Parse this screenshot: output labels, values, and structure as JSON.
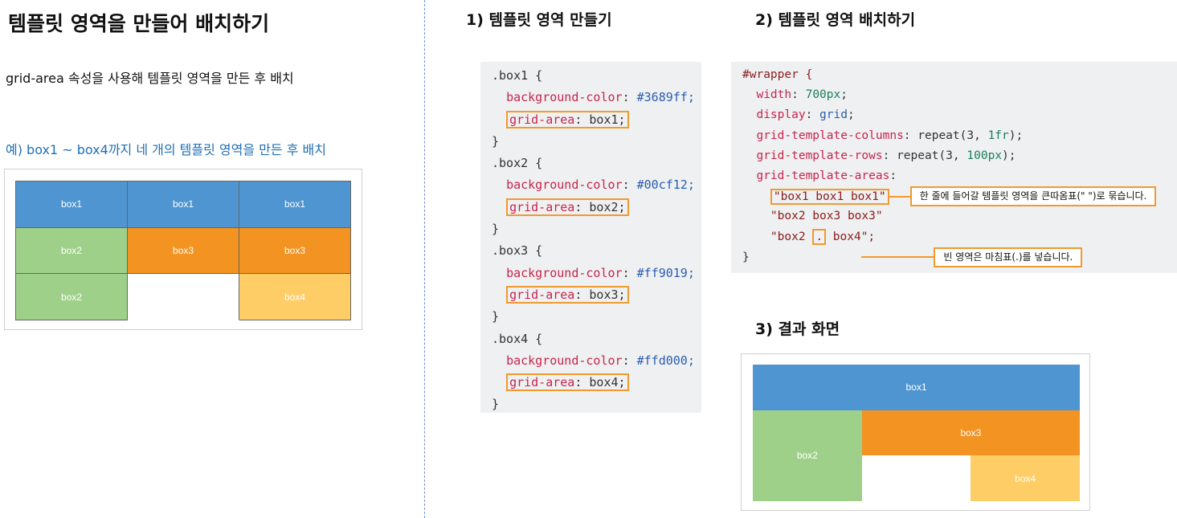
{
  "title": "템플릿 영역을 만들어 배치하기",
  "description": "grid-area 속성을 사용해 템플릿 영역을 만든 후 배치",
  "example_caption": "예) box1 ~ box4까지 네 개의 템플릿 영역을 만든 후 배치",
  "colors": {
    "box1": "#4f95d1",
    "box2": "#9fd089",
    "box3": "#f39321",
    "box4": "#ffcd66",
    "accent": "#f09a30",
    "caption": "#1f6fb5"
  },
  "example_grid": {
    "cells": [
      "box1",
      "box1",
      "box1",
      "box2",
      "box3",
      "box3",
      "box2",
      "",
      "box4"
    ]
  },
  "step1": {
    "heading": "1) 템플릿 영역 만들기",
    "boxes": [
      {
        "selector": ".box1 {",
        "bg_prop": "background-color",
        "bg_val": "#3689ff;",
        "area_prop": "grid-area",
        "area_val": "box1;",
        "close": "}"
      },
      {
        "selector": ".box2 {",
        "bg_prop": "background-color",
        "bg_val": "#00cf12;",
        "area_prop": "grid-area",
        "area_val": "box2;",
        "close": "}"
      },
      {
        "selector": ".box3 {",
        "bg_prop": "background-color",
        "bg_val": "#ff9019;",
        "area_prop": "grid-area",
        "area_val": "box3;",
        "close": "}"
      },
      {
        "selector": ".box4 {",
        "bg_prop": "background-color",
        "bg_val": "#ffd000;",
        "area_prop": "grid-area",
        "area_val": "box4;",
        "close": "}"
      }
    ]
  },
  "step2": {
    "heading": "2) 템플릿 영역 배치하기",
    "selector": "#wrapper {",
    "width_prop": "width",
    "width_val": "700px",
    "display_prop": "display",
    "display_val": "grid",
    "cols_prop": "grid-template-columns",
    "cols_val_a": "repeat(3, ",
    "cols_val_b": "1fr",
    "cols_val_c": ");",
    "rows_prop": "grid-template-rows",
    "rows_val_a": "repeat(3, ",
    "rows_val_b": "100px",
    "rows_val_c": ");",
    "areas_prop": "grid-template-areas",
    "area_row1": "\"box1 box1 box1\"",
    "area_row2": "\"box2 box3 box3\"",
    "area_row3_a": "\"box2 ",
    "area_row3_dot": ".",
    "area_row3_b": " box4\";",
    "close": "}",
    "callout1": "한 줄에 들어갈 템플릿 영역을 큰따옴표(\" \")로 묶습니다.",
    "callout2": "빈 영역은 마침표(.)를 넣습니다."
  },
  "step3": {
    "heading": "3) 결과 화면",
    "labels": {
      "box1": "box1",
      "box2": "box2",
      "box3": "box3",
      "box4": "box4"
    }
  }
}
